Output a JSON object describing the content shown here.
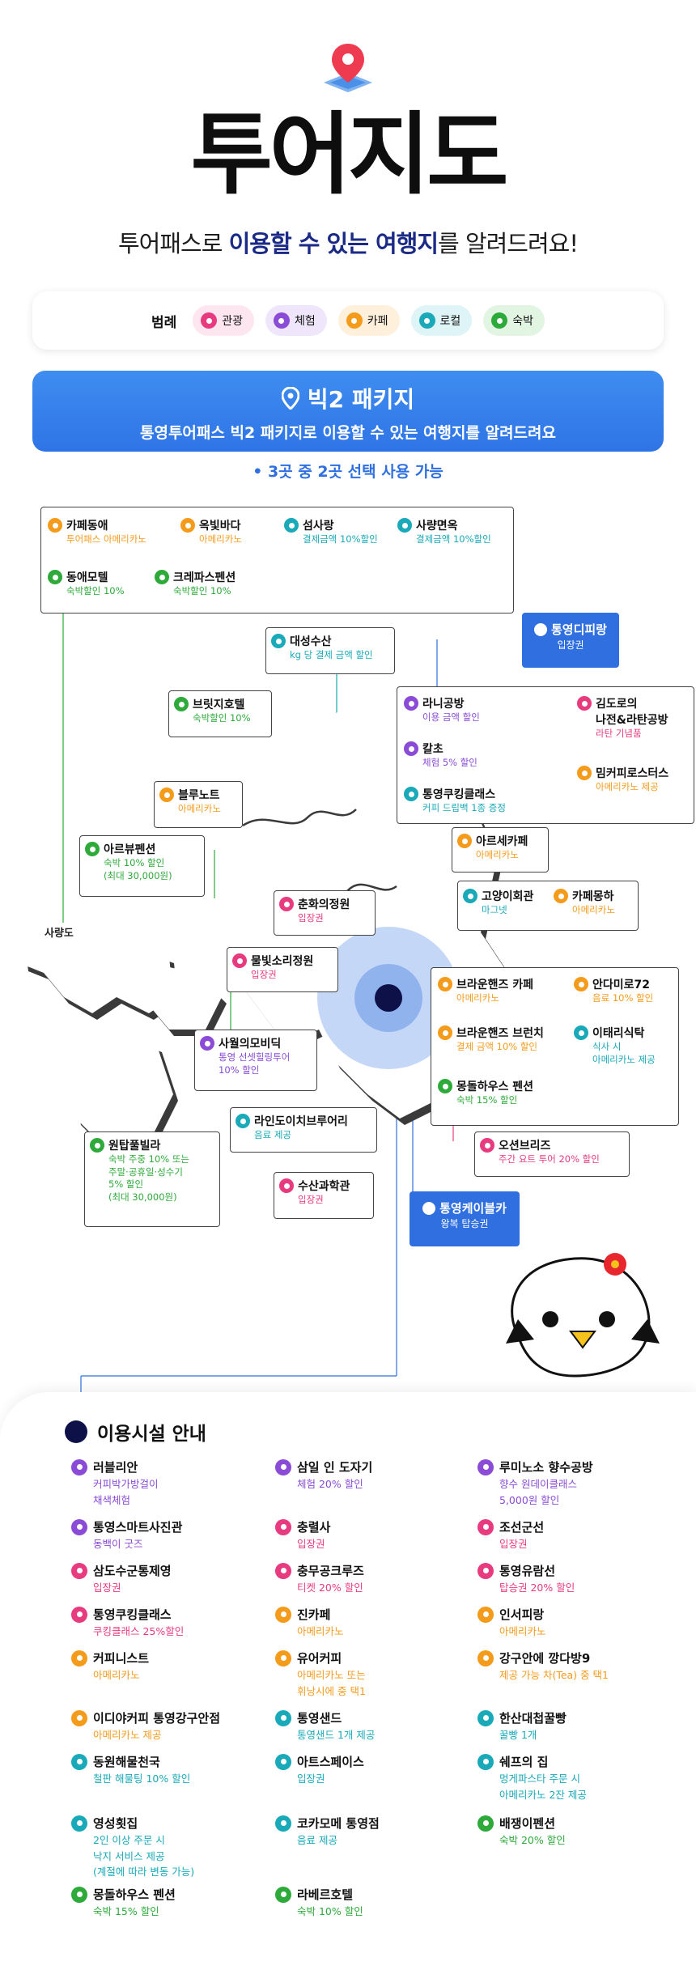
{
  "header": {
    "title": "투어지도",
    "subtitle_pre": "투어패스로 ",
    "subtitle_bold": "이용할 수 있는 여행지",
    "subtitle_post": "를 알려드려요!"
  },
  "legend": {
    "title": "범례",
    "items": [
      {
        "label": "관광",
        "color": "#e83a7e",
        "bg": "#fde6ef"
      },
      {
        "label": "체험",
        "color": "#8a4bd6",
        "bg": "#efe6fb"
      },
      {
        "label": "카페",
        "color": "#f59b1b",
        "bg": "#fef0db"
      },
      {
        "label": "로컬",
        "color": "#19a9b8",
        "bg": "#dff4f6"
      },
      {
        "label": "숙박",
        "color": "#2eaa3a",
        "bg": "#e2f5e3"
      }
    ]
  },
  "banner": {
    "title": "빅2 패키지",
    "subtitle": "통영투어패스 빅2 패키지로 이용할 수 있는 여행지를 알려드려요",
    "rule": "3곳 중 2곳 선택 사용 가능"
  },
  "map": {
    "island_label": "사량도",
    "top_box": [
      {
        "name": "카페동애",
        "desc": "투어패스 아메리카노",
        "cat": "orange"
      },
      {
        "name": "옥빛바다",
        "desc": "아메리카노",
        "cat": "orange"
      },
      {
        "name": "섬사랑",
        "desc": "결제금액 10%할인",
        "cat": "teal"
      },
      {
        "name": "사량면옥",
        "desc": "결제금액 10%할인",
        "cat": "teal"
      },
      {
        "name": "동애모텔",
        "desc": "숙박할인 10%",
        "cat": "green"
      },
      {
        "name": "크레파스펜션",
        "desc": "숙박할인 10%",
        "cat": "green"
      }
    ],
    "spots": {
      "daesung": {
        "name": "대성수산",
        "desc": "kg 당 결제 금액 할인"
      },
      "bridge": {
        "name": "브릿지호텔",
        "desc": "숙박할인 10%"
      },
      "bluenote": {
        "name": "블루노트",
        "desc": "아메리카노"
      },
      "arbue": {
        "name": "아르뷰펜션",
        "desc1": "숙박 10% 할인",
        "desc2": "(최대 30,000원)"
      },
      "chunhwa": {
        "name": "춘화의정원",
        "desc": "입장권"
      },
      "mulbit": {
        "name": "물빛소리정원",
        "desc": "입장권"
      },
      "saweol": {
        "name": "사월의모비딕",
        "desc1": "통영 선셋힐링투어",
        "desc2": "10% 할인"
      },
      "line": {
        "name": "라인도이치브루어리",
        "desc": "음료 제공"
      },
      "wontap": {
        "name": "원탑풀빌라",
        "desc1": "숙박 주중 10% 또는",
        "desc2": "주말·공휴일·성수기",
        "desc3": "5% 할인",
        "desc4": "(최대 30,000원)"
      },
      "susan": {
        "name": "수산과학관",
        "desc": "입장권"
      },
      "dimi": {
        "name": "통영디피랑",
        "desc": "입장권"
      },
      "cable": {
        "name": "통영케이블카",
        "desc": "왕복 탑승권"
      },
      "rani": {
        "name": "라니공방",
        "desc": "이용 금액 할인"
      },
      "kimdoro": {
        "name": "김도로의",
        "name2": "나전&라탄공방",
        "desc": "라탄 기념품"
      },
      "kalcho": {
        "name": "칼초",
        "desc": "체험 5% 할인"
      },
      "mimker": {
        "name": "밈커피로스터스",
        "desc": "아메리카노 제공"
      },
      "cooking": {
        "name": "통영쿠킹클래스",
        "desc": "커피 드립백 1종 증정"
      },
      "arse": {
        "name": "아르세카페",
        "desc": "아메리카노"
      },
      "goyang": {
        "name": "고양이회관",
        "desc": "마그넷"
      },
      "mong": {
        "name": "카페몽하",
        "desc": "아메리카노"
      },
      "brown1": {
        "name": "브라운핸즈 카페",
        "desc": "아메리카노"
      },
      "andi": {
        "name": "안다미로72",
        "desc": "음료 10% 할인"
      },
      "brown2": {
        "name": "브라운핸즈 브런치",
        "desc": "결제 금액 10% 할인"
      },
      "itae": {
        "name": "이태리식탁",
        "desc1": "식사 시",
        "desc2": "아메리카노 제공"
      },
      "mongdol": {
        "name": "몽돌하우스 펜션",
        "desc": "숙박 15% 할인"
      },
      "ocean": {
        "name": "오션브리즈",
        "desc": "주간 요트 투어 20% 할인"
      }
    }
  },
  "facilities": {
    "title": "이용시설 안내",
    "items": [
      {
        "name": "러블리안",
        "desc": [
          "커피박가방걸이",
          "채색체험"
        ],
        "cat": "purple"
      },
      {
        "name": "삼일 인 도자기",
        "desc": [
          "체험 20% 할인"
        ],
        "cat": "purple"
      },
      {
        "name": "루미노소 향수공방",
        "desc": [
          "향수 원데이클래스",
          "5,000원 할인"
        ],
        "cat": "purple"
      },
      {
        "name": "통영스마트사진관",
        "desc": [
          "동백이 굿즈"
        ],
        "cat": "purple"
      },
      {
        "name": "충렬사",
        "desc": [
          "입장권"
        ],
        "cat": "pink"
      },
      {
        "name": "조선군선",
        "desc": [
          "입장권"
        ],
        "cat": "pink"
      },
      {
        "name": "삼도수군통제영",
        "desc": [
          "입장권"
        ],
        "cat": "pink"
      },
      {
        "name": "충무공크루즈",
        "desc": [
          "티켓 20% 할인"
        ],
        "cat": "pink"
      },
      {
        "name": "통영유람선",
        "desc": [
          "탑승권 20% 할인"
        ],
        "cat": "pink"
      },
      {
        "name": "통영쿠킹클래스",
        "desc": [
          "쿠킹클래스 25%할인"
        ],
        "cat": "pink"
      },
      {
        "name": "진카페",
        "desc": [
          "아메리카노"
        ],
        "cat": "orange"
      },
      {
        "name": "인서피랑",
        "desc": [
          "아메리카노"
        ],
        "cat": "orange"
      },
      {
        "name": "커피니스트",
        "desc": [
          "아메리카노"
        ],
        "cat": "orange"
      },
      {
        "name": "유어커피",
        "desc": [
          "아메리카노 또는",
          "휘낭시에 중 택1"
        ],
        "cat": "orange"
      },
      {
        "name": "강구안에 깡다방9",
        "desc": [
          "제공 가능 차(Tea) 중 택1"
        ],
        "cat": "orange"
      },
      {
        "name": "이디야커피 통영강구안점",
        "desc": [
          "아메리카노 제공"
        ],
        "cat": "orange"
      },
      {
        "name": "통영샌드",
        "desc": [
          "통영샌드 1개 제공"
        ],
        "cat": "teal"
      },
      {
        "name": "한산대첩꿀빵",
        "desc": [
          "꿀빵 1개"
        ],
        "cat": "teal"
      },
      {
        "name": "동원해물천국",
        "desc": [
          "철판 해물팅 10% 할인"
        ],
        "cat": "teal"
      },
      {
        "name": "아트스페이스",
        "desc": [
          "입장권"
        ],
        "cat": "teal"
      },
      {
        "name": "쉐프의 집",
        "desc": [
          "멍게파스타 주문 시",
          "아메리카노 2잔 제공"
        ],
        "cat": "teal"
      },
      {
        "name": "영성횟집",
        "desc": [
          "2인 이상 주문 시",
          "낙지 서비스 제공",
          "(계절에 따라 변동 가능)"
        ],
        "cat": "teal"
      },
      {
        "name": "코카모메 통영점",
        "desc": [
          "음료 제공"
        ],
        "cat": "teal"
      },
      {
        "name": "배쟁이펜션",
        "desc": [
          "숙박 20% 할인"
        ],
        "cat": "green"
      },
      {
        "name": "몽돌하우스 펜션",
        "desc": [
          "숙박 15% 할인"
        ],
        "cat": "green"
      },
      {
        "name": "라베르호텔",
        "desc": [
          "숙박 10% 할인"
        ],
        "cat": "green"
      }
    ]
  }
}
